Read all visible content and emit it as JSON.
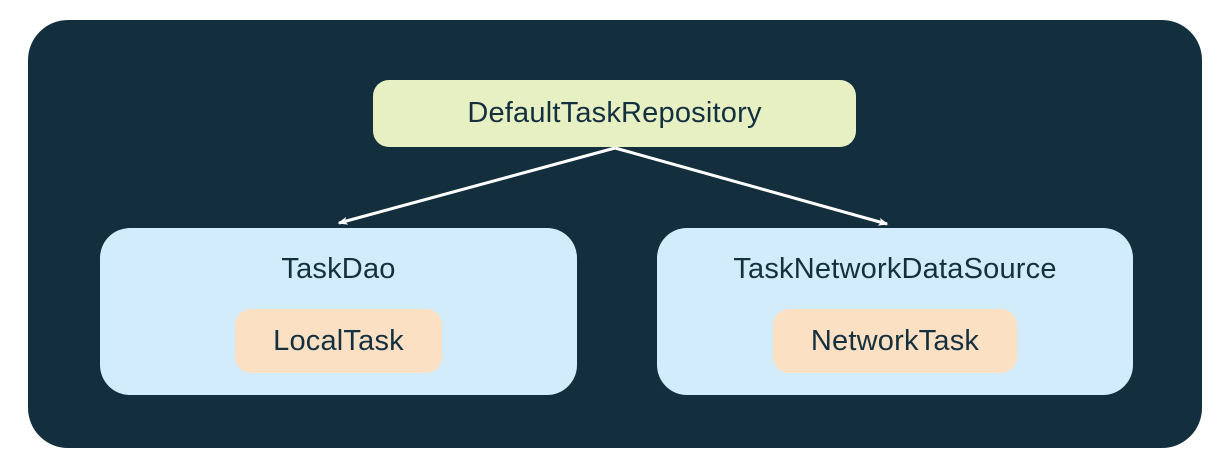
{
  "diagram": {
    "root": {
      "label": "DefaultTaskRepository"
    },
    "children": [
      {
        "title": "TaskDao",
        "inner": "LocalTask"
      },
      {
        "title": "TaskNetworkDataSource",
        "inner": "NetworkTask"
      }
    ],
    "colors": {
      "page_background": "#ffffff",
      "container": "#132F3E",
      "root_box": "#E7F0C3",
      "child_box": "#D2ECFB",
      "inner_box": "#FBE0C4",
      "text": "#14303E",
      "arrow": "#ffffff"
    }
  }
}
